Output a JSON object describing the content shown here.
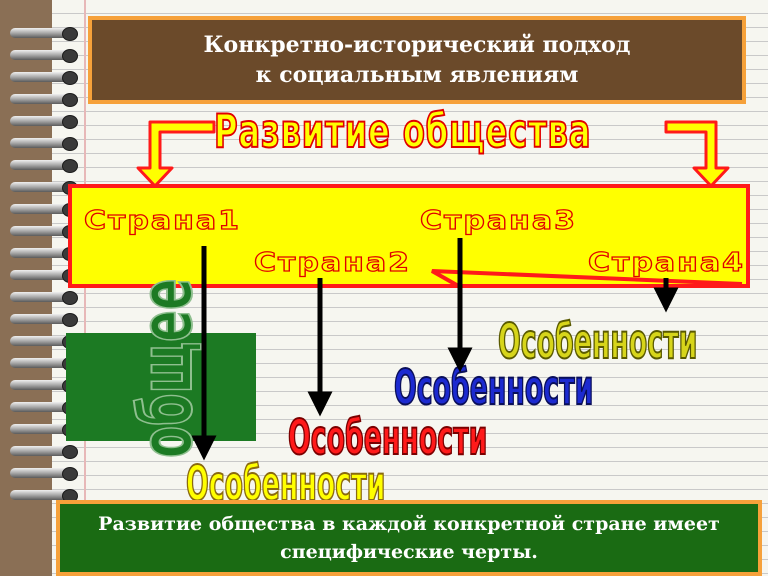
{
  "slide": {
    "title_line1": "Конкретно-исторический подход",
    "title_line2": "к социальным явлениям",
    "heading": "Развитие общества",
    "countries": [
      "Страна1",
      "Страна2",
      "Страна3",
      "Страна4"
    ],
    "general": "общее",
    "features": [
      "Особенности",
      "Особенности",
      "Особенности",
      "Особенности"
    ],
    "conclusion_line1": "Развитие общества в каждой конкретной стране имеет",
    "conclusion_line2": "специфические черты."
  },
  "colors": {
    "title_bg": "#6b4a2a",
    "accent_border": "#f6a13a",
    "yellow_band": "#ffff00",
    "red": "#ff1a1a",
    "green": "#1a6b13",
    "feature_1": "#ffff00",
    "feature_2": "#ff1a1a",
    "feature_3": "#1c2ad0",
    "feature_4": "#d7d51a"
  }
}
